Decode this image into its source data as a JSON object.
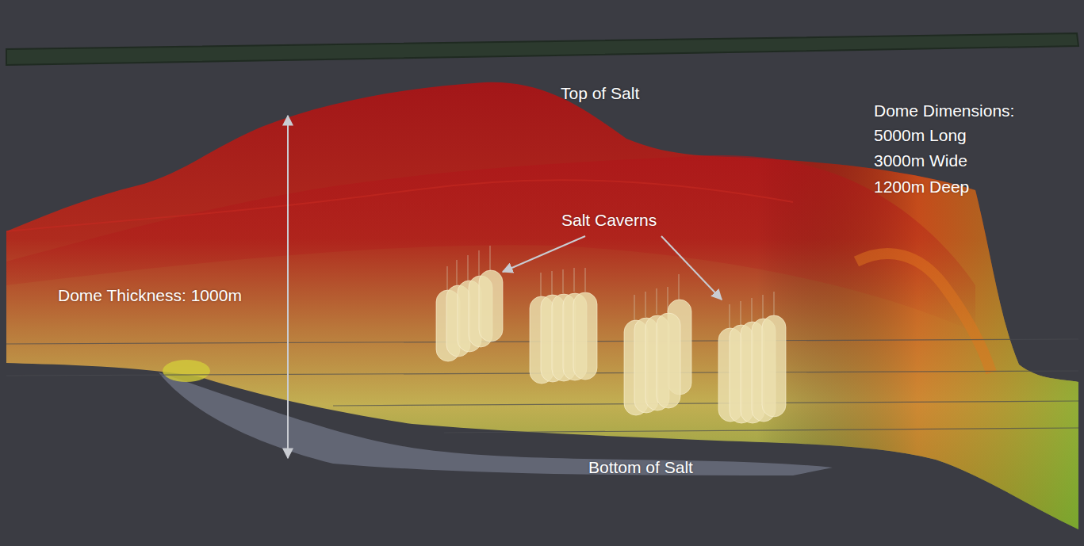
{
  "diagram": {
    "labels": [
      "Top of Salt",
      "Dome Dimensions:",
      "5000m Long",
      "3000m Wide",
      "1200m Deep",
      "Salt Caverns",
      "Dome Thickness: 1000m",
      "Bottom of Salt"
    ]
  }
}
